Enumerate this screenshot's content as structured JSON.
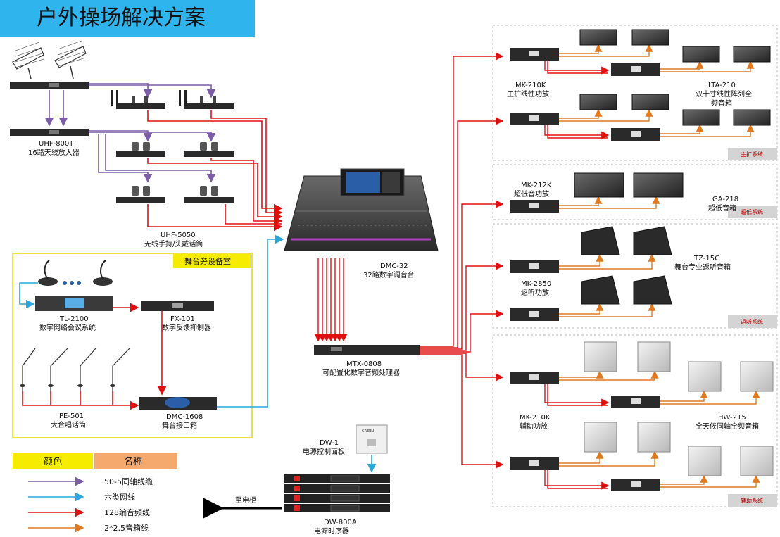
{
  "title": "户外操场解决方案",
  "devices": {
    "uhf800t_model": "UHF-800T",
    "uhf800t_name": "16路天线放大器",
    "uhf5050_model": "UHF-5050",
    "uhf5050_name": "无线手持/头戴话筒",
    "dmc32_model": "DMC-32",
    "dmc32_name": "32路数字调音台",
    "mtx_model": "MTX-0808",
    "mtx_name": "可配置化数字音频处理器",
    "tl2100_model": "TL-2100",
    "tl2100_name": "数字网络会议系统",
    "fx101_model": "FX-101",
    "fx101_name": "数字反馈抑制器",
    "pe501_model": "PE-501",
    "pe501_name": "大合唱话筒",
    "dmc1608_model": "DMC-1608",
    "dmc1608_name": "舞台接口箱",
    "dw1_model": "DW-1",
    "dw1_name": "电源控制面板",
    "dw800a_model": "DW-800A",
    "dw800a_name": "电源时序器",
    "to_power_cabinet": "至电柜",
    "mk210k_main_model": "MK-210K",
    "mk210k_main_name": "主扩线性功放",
    "lta210_model": "LTA-210",
    "lta210_name1": "双十寸线性阵列全",
    "lta210_name2": "频音箱",
    "mk212k_model": "MK-212K",
    "mk212k_name": "超低音功放",
    "ga218_model": "GA-218",
    "ga218_name": "超低音箱",
    "mk2850_model": "MK-2850",
    "mk2850_name": "返听功放",
    "tz15c_model": "TZ-15C",
    "tz15c_name": "舞台专业返听音箱",
    "mk210k_aux_model": "MK-210K",
    "mk210k_aux_name": "辅助功放",
    "hw215_model": "HW-215",
    "hw215_name": "全天候同轴全频音箱",
    "brand_small": "CREEN"
  },
  "stage_room_label": "舞台旁设备室",
  "systems": {
    "main": "主扩系统",
    "sub": "超低系统",
    "monitor": "返听系统",
    "aux": "辅助系统"
  },
  "legend": {
    "col_color": "颜色",
    "col_name": "名称",
    "items": [
      {
        "name": "50-5同轴线缆",
        "color": "#7a5ca8"
      },
      {
        "name": "六类网线",
        "color": "#2aa6dc"
      },
      {
        "name": "128编音频线",
        "color": "#e01010"
      },
      {
        "name": "2*2.5音箱线",
        "color": "#e07a20"
      }
    ]
  },
  "colors": {
    "title_bg": "#2fb4ee",
    "coax": "#7a5ca8",
    "cat6": "#2aa6dc",
    "audio": "#e01010",
    "speaker": "#e07a20",
    "stage_border": "#f0e040",
    "legend_yellow": "#f5ec00",
    "legend_orange": "#f6a96c"
  }
}
